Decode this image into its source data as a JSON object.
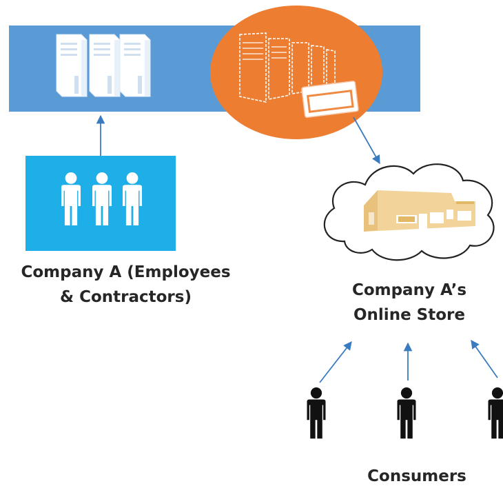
{
  "labels": {
    "company_a": [
      "Company A (Employees",
      "& Contractors)"
    ],
    "online_store": [
      "Company A’s",
      "Online Store"
    ],
    "consumers": "Consumers"
  },
  "colors": {
    "server_band": "#5b9bd5",
    "datacenter_circle": "#ed7d31",
    "employees_box": "#1eaee8",
    "store_building": "#f2d49a",
    "arrow": "#3a7bbf",
    "consumer_figure": "#111111",
    "label_text": "#262626"
  },
  "icons": {
    "servers": "server-tower-icon",
    "datacenter": "datacenter-rack-icon",
    "employees": "person-icon",
    "store": "storefront-icon",
    "consumers": "person-icon",
    "cloud": "cloud-icon"
  }
}
